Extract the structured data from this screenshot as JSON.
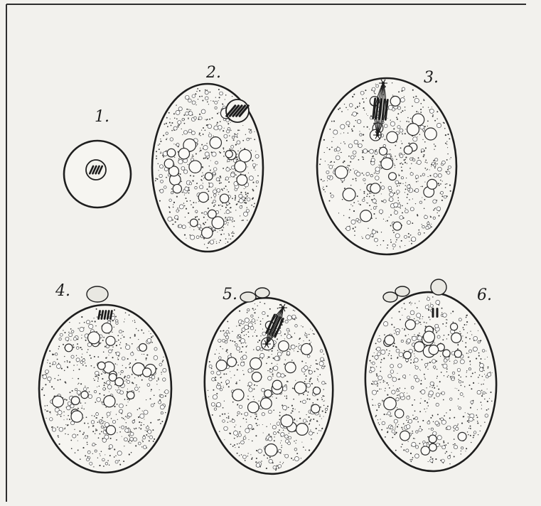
{
  "plate": {
    "stages": [
      {
        "id": "1",
        "label": "1."
      },
      {
        "id": "2",
        "label": "2."
      },
      {
        "id": "3",
        "label": "3."
      },
      {
        "id": "4",
        "label": "4."
      },
      {
        "id": "5",
        "label": "5."
      },
      {
        "id": "6",
        "label": "6."
      }
    ]
  }
}
